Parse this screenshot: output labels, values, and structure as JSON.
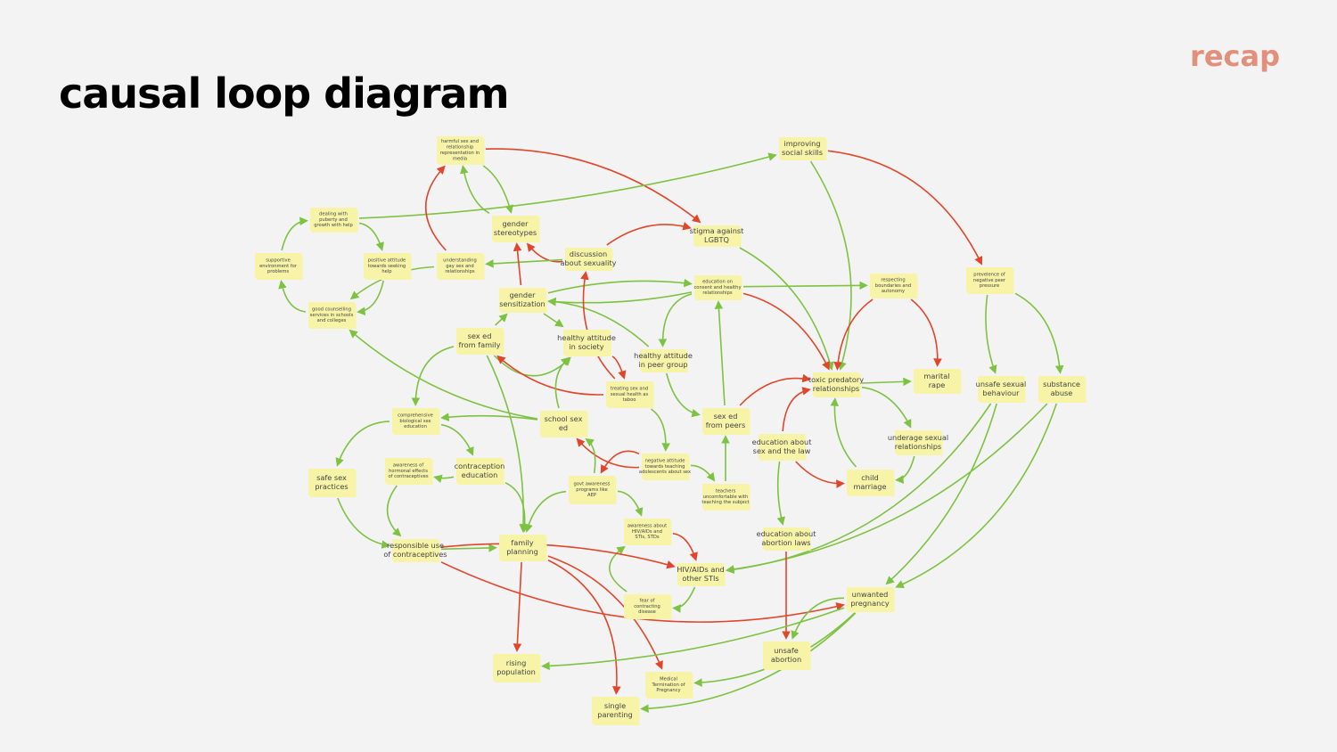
{
  "header": {
    "title": "causal loop diagram",
    "tag": "recap"
  },
  "colors": {
    "positive_link": "#7dc241",
    "negative_link": "#e0462a",
    "note": "#f7f4a8",
    "tag": "#e28f7c"
  },
  "nodes": {
    "media": {
      "lines": [
        "harmful sex and",
        "relationship",
        "representation in",
        "media"
      ]
    },
    "social": {
      "lines": [
        "improving",
        "social skills"
      ]
    },
    "puberty": {
      "lines": [
        "dealing with",
        "puberty and",
        "growth with help"
      ]
    },
    "supportive": {
      "lines": [
        "supportive",
        "environment for",
        "problems"
      ]
    },
    "seeking": {
      "lines": [
        "positive attitude",
        "towards seeking",
        "help"
      ]
    },
    "understanding": {
      "lines": [
        "understanding",
        "gay sex and",
        "relationships"
      ]
    },
    "genderstereo": {
      "lines": [
        "gender",
        "stereotypes"
      ]
    },
    "discussion": {
      "lines": [
        "discussion",
        "about sexuality"
      ]
    },
    "stigma": {
      "lines": [
        "stigma against",
        "LGBTQ"
      ]
    },
    "counselling": {
      "lines": [
        "good counselling",
        "services in schools",
        "and colleges"
      ]
    },
    "gendersens": {
      "lines": [
        "gender",
        "sensitization"
      ]
    },
    "consent": {
      "lines": [
        "education on",
        "consent and healthy",
        "relationships"
      ]
    },
    "boundaries": {
      "lines": [
        "respecting",
        "boundaries and",
        "autonomy"
      ]
    },
    "peerpressure": {
      "lines": [
        "prevelence of",
        "negative peer",
        "pressure"
      ]
    },
    "sexedfamily": {
      "lines": [
        "sex ed",
        "from family"
      ]
    },
    "healthysociety": {
      "lines": [
        "healthy attitude",
        "in society"
      ]
    },
    "healthypeer": {
      "lines": [
        "healthy attitude",
        "in peer group"
      ]
    },
    "taboo": {
      "lines": [
        "treating sex and",
        "sexual health as",
        "taboo"
      ]
    },
    "toxic": {
      "lines": [
        "toxic predatory",
        "relationships"
      ]
    },
    "marital": {
      "lines": [
        "marital",
        "rape"
      ]
    },
    "unsafebehaviour": {
      "lines": [
        "unsafe sexual",
        "behaviour"
      ]
    },
    "substance": {
      "lines": [
        "substance",
        "abuse"
      ]
    },
    "comprehensive": {
      "lines": [
        "comprehensive",
        "biological sex",
        "education"
      ]
    },
    "schoolsexed": {
      "lines": [
        "school sex",
        "ed"
      ]
    },
    "sexedpeers": {
      "lines": [
        "sex ed",
        "from peers"
      ]
    },
    "sexlaw": {
      "lines": [
        "education about",
        "sex and the law"
      ]
    },
    "underage": {
      "lines": [
        "underage sexual",
        "relationships"
      ]
    },
    "safesex": {
      "lines": [
        "safe sex",
        "practices"
      ]
    },
    "hormonal": {
      "lines": [
        "awareness of",
        "hormonal effects",
        "of contraceptives"
      ]
    },
    "contraception": {
      "lines": [
        "contraception",
        "education"
      ]
    },
    "negattitude": {
      "lines": [
        "negative attitude",
        "towards teaching",
        "adolescents about sex"
      ]
    },
    "govt": {
      "lines": [
        "govt awareness",
        "programs like",
        "AEP"
      ]
    },
    "teachers": {
      "lines": [
        "teachers",
        "uncomfortable with",
        "teaching the subject"
      ]
    },
    "childmarriage": {
      "lines": [
        "child",
        "marriage"
      ]
    },
    "familyplanning": {
      "lines": [
        "family",
        "planning"
      ]
    },
    "responsible": {
      "lines": [
        "responsible use",
        "of contraceptives"
      ]
    },
    "hivaware": {
      "lines": [
        "awareness about",
        "HIV/AIDs and",
        "STIs, STDs"
      ]
    },
    "abortionlaws": {
      "lines": [
        "education about",
        "abortion laws"
      ]
    },
    "hiv": {
      "lines": [
        "HIV/AIDs and",
        "other STIs"
      ]
    },
    "fear": {
      "lines": [
        "fear of",
        "contracting",
        "disease"
      ]
    },
    "unwanted": {
      "lines": [
        "unwanted",
        "pregnancy"
      ]
    },
    "rising": {
      "lines": [
        "rising",
        "population"
      ]
    },
    "unsafeabortion": {
      "lines": [
        "unsafe",
        "abortion"
      ]
    },
    "mtp": {
      "lines": [
        "Medical",
        "Termination of",
        "Pregnancy"
      ]
    },
    "single": {
      "lines": [
        "single",
        "parenting"
      ]
    }
  },
  "links": [
    {
      "from": "media",
      "to": "genderstereo",
      "polarity": "+"
    },
    {
      "from": "media",
      "to": "stigma",
      "polarity": "-"
    },
    {
      "from": "social",
      "to": "peerpressure",
      "polarity": "-"
    },
    {
      "from": "social",
      "to": "toxic",
      "polarity": "+"
    },
    {
      "from": "puberty",
      "to": "social",
      "polarity": "+"
    },
    {
      "from": "puberty",
      "to": "seeking",
      "polarity": "+"
    },
    {
      "from": "supportive",
      "to": "puberty",
      "polarity": "+"
    },
    {
      "from": "counselling",
      "to": "supportive",
      "polarity": "+"
    },
    {
      "from": "seeking",
      "to": "counselling",
      "polarity": "+"
    },
    {
      "from": "understanding",
      "to": "media",
      "polarity": "-"
    },
    {
      "from": "understanding",
      "to": "counselling",
      "polarity": "+"
    },
    {
      "from": "genderstereo",
      "to": "media",
      "polarity": "+"
    },
    {
      "from": "discussion",
      "to": "genderstereo",
      "polarity": "-"
    },
    {
      "from": "discussion",
      "to": "stigma",
      "polarity": "-"
    },
    {
      "from": "discussion",
      "to": "understanding",
      "polarity": "+"
    },
    {
      "from": "stigma",
      "to": "toxic",
      "polarity": "+"
    },
    {
      "from": "gendersens",
      "to": "genderstereo",
      "polarity": "-"
    },
    {
      "from": "gendersens",
      "to": "consent",
      "polarity": "+"
    },
    {
      "from": "gendersens",
      "to": "healthysociety",
      "polarity": "+"
    },
    {
      "from": "consent",
      "to": "gendersens",
      "polarity": "+"
    },
    {
      "from": "consent",
      "to": "boundaries",
      "polarity": "+"
    },
    {
      "from": "consent",
      "to": "toxic",
      "polarity": "-"
    },
    {
      "from": "consent",
      "to": "healthypeer",
      "polarity": "+"
    },
    {
      "from": "boundaries",
      "to": "toxic",
      "polarity": "-"
    },
    {
      "from": "boundaries",
      "to": "marital",
      "polarity": "-"
    },
    {
      "from": "peerpressure",
      "to": "unsafebehaviour",
      "polarity": "+"
    },
    {
      "from": "peerpressure",
      "to": "substance",
      "polarity": "+"
    },
    {
      "from": "sexedfamily",
      "to": "gendersens",
      "polarity": "+"
    },
    {
      "from": "sexedfamily",
      "to": "comprehensive",
      "polarity": "+"
    },
    {
      "from": "sexedfamily",
      "to": "familyplanning",
      "polarity": "+"
    },
    {
      "from": "sexedfamily",
      "to": "healthysociety",
      "polarity": "+"
    },
    {
      "from": "healthysociety",
      "to": "taboo",
      "polarity": "-"
    },
    {
      "from": "healthypeer",
      "to": "gendersens",
      "polarity": "+"
    },
    {
      "from": "healthypeer",
      "to": "sexedpeers",
      "polarity": "+"
    },
    {
      "from": "taboo",
      "to": "sexedfamily",
      "polarity": "-"
    },
    {
      "from": "taboo",
      "to": "discussion",
      "polarity": "-"
    },
    {
      "from": "taboo",
      "to": "negattitude",
      "polarity": "+"
    },
    {
      "from": "toxic",
      "to": "marital",
      "polarity": "+"
    },
    {
      "from": "toxic",
      "to": "underage",
      "polarity": "+"
    },
    {
      "from": "underage",
      "to": "childmarriage",
      "polarity": "+"
    },
    {
      "from": "sexedpeers",
      "to": "toxic",
      "polarity": "-"
    },
    {
      "from": "sexedpeers",
      "to": "consent",
      "polarity": "+"
    },
    {
      "from": "sexlaw",
      "to": "toxic",
      "polarity": "-"
    },
    {
      "from": "sexlaw",
      "to": "childmarriage",
      "polarity": "-"
    },
    {
      "from": "sexlaw",
      "to": "abortionlaws",
      "polarity": "+"
    },
    {
      "from": "childmarriage",
      "to": "toxic",
      "polarity": "+"
    },
    {
      "from": "schoolsexed",
      "to": "comprehensive",
      "polarity": "+"
    },
    {
      "from": "schoolsexed",
      "to": "healthysociety",
      "polarity": "+"
    },
    {
      "from": "schoolsexed",
      "to": "counselling",
      "polarity": "+"
    },
    {
      "from": "comprehensive",
      "to": "safesex",
      "polarity": "+"
    },
    {
      "from": "comprehensive",
      "to": "contraception",
      "polarity": "+"
    },
    {
      "from": "contraception",
      "to": "hormonal",
      "polarity": "+"
    },
    {
      "from": "contraception",
      "to": "familyplanning",
      "polarity": "+"
    },
    {
      "from": "hormonal",
      "to": "responsible",
      "polarity": "+"
    },
    {
      "from": "safesex",
      "to": "responsible",
      "polarity": "+"
    },
    {
      "from": "negattitude",
      "to": "schoolsexed",
      "polarity": "-"
    },
    {
      "from": "negattitude",
      "to": "govt",
      "polarity": "-"
    },
    {
      "from": "negattitude",
      "to": "teachers",
      "polarity": "+"
    },
    {
      "from": "teachers",
      "to": "sexedpeers",
      "polarity": "+"
    },
    {
      "from": "govt",
      "to": "schoolsexed",
      "polarity": "+"
    },
    {
      "from": "govt",
      "to": "familyplanning",
      "polarity": "+"
    },
    {
      "from": "govt",
      "to": "hivaware",
      "polarity": "+"
    },
    {
      "from": "hivaware",
      "to": "hiv",
      "polarity": "-"
    },
    {
      "from": "fear",
      "to": "hivaware",
      "polarity": "+"
    },
    {
      "from": "hiv",
      "to": "fear",
      "polarity": "+"
    },
    {
      "from": "responsible",
      "to": "familyplanning",
      "polarity": "+"
    },
    {
      "from": "responsible",
      "to": "unwanted",
      "polarity": "-"
    },
    {
      "from": "responsible",
      "to": "hiv",
      "polarity": "-"
    },
    {
      "from": "familyplanning",
      "to": "rising",
      "polarity": "-"
    },
    {
      "from": "familyplanning",
      "to": "mtp",
      "polarity": "-"
    },
    {
      "from": "familyplanning",
      "to": "single",
      "polarity": "-"
    },
    {
      "from": "unsafebehaviour",
      "to": "hiv",
      "polarity": "+"
    },
    {
      "from": "unsafebehaviour",
      "to": "unwanted",
      "polarity": "+"
    },
    {
      "from": "substance",
      "to": "hiv",
      "polarity": "+"
    },
    {
      "from": "substance",
      "to": "unwanted",
      "polarity": "+"
    },
    {
      "from": "abortionlaws",
      "to": "unsafeabortion",
      "polarity": "-"
    },
    {
      "from": "unwanted",
      "to": "unsafeabortion",
      "polarity": "+"
    },
    {
      "from": "unwanted",
      "to": "rising",
      "polarity": "+"
    },
    {
      "from": "unwanted",
      "to": "mtp",
      "polarity": "+"
    },
    {
      "from": "unwanted",
      "to": "single",
      "polarity": "+"
    }
  ]
}
